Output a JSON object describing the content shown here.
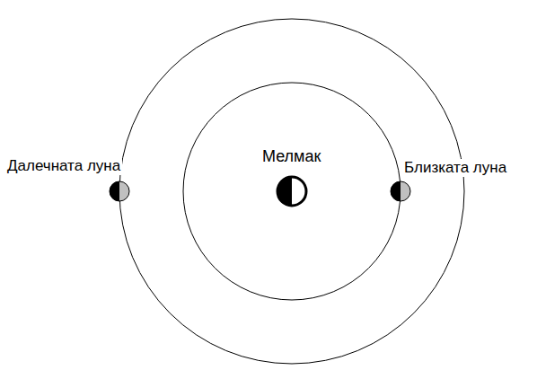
{
  "diagram": {
    "labels": [
      "Мелмак",
      "Далечната луна",
      "Близката луна"
    ]
  }
}
